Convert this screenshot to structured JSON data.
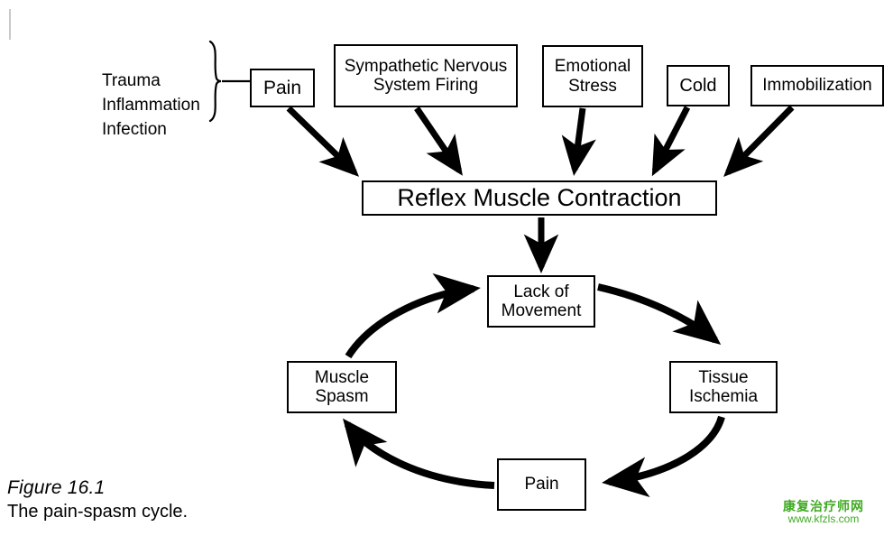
{
  "figure": {
    "number": "Figure 16.1",
    "caption": "The pain-spasm cycle.",
    "stroke_color": "#000000",
    "background_color": "#ffffff"
  },
  "watermark": {
    "chinese": "康复治疗师网",
    "url": "www.kfzls.com",
    "color": "#3faa22"
  },
  "triggers": {
    "items_text": "Trauma\nInflammation\nInfection",
    "items": [
      "Trauma",
      "Inflammation",
      "Infection"
    ],
    "brace_target": "Pain"
  },
  "nodes": {
    "pain_top": "Pain",
    "sympathetic": "Sympathetic Nervous\nSystem Firing",
    "emotional": "Emotional\nStress",
    "cold": "Cold",
    "immobilization": "Immobilization",
    "reflex": "Reflex Muscle Contraction",
    "lack_of_movement": "Lack of\nMovement",
    "muscle_spasm": "Muscle\nSpasm",
    "tissue_ischemia": "Tissue\nIschemia",
    "pain_bottom": "Pain"
  },
  "chart_data": {
    "type": "diagram",
    "title": "The pain-spasm cycle",
    "diagram_kind": "flowchart-with-feedback-loop",
    "inputs_group": {
      "label_lines": [
        "Trauma",
        "Inflammation",
        "Infection"
      ],
      "grouped_by": "curly-brace",
      "feeds_into": "Pain"
    },
    "upstream_nodes": [
      "Pain",
      "Sympathetic Nervous System Firing",
      "Emotional Stress",
      "Cold",
      "Immobilization"
    ],
    "hub_node": "Reflex Muscle Contraction",
    "cycle_nodes": [
      "Lack of Movement",
      "Tissue Ischemia",
      "Pain",
      "Muscle Spasm"
    ],
    "edges": [
      {
        "from": "Trauma / Inflammation / Infection",
        "to": "Pain",
        "style": "brace"
      },
      {
        "from": "Pain",
        "to": "Reflex Muscle Contraction",
        "style": "straight-arrow"
      },
      {
        "from": "Sympathetic Nervous System Firing",
        "to": "Reflex Muscle Contraction",
        "style": "straight-arrow"
      },
      {
        "from": "Emotional Stress",
        "to": "Reflex Muscle Contraction",
        "style": "straight-arrow"
      },
      {
        "from": "Cold",
        "to": "Reflex Muscle Contraction",
        "style": "straight-arrow"
      },
      {
        "from": "Immobilization",
        "to": "Reflex Muscle Contraction",
        "style": "straight-arrow"
      },
      {
        "from": "Reflex Muscle Contraction",
        "to": "Lack of Movement",
        "style": "straight-arrow"
      },
      {
        "from": "Lack of Movement",
        "to": "Tissue Ischemia",
        "style": "curved-arrow"
      },
      {
        "from": "Tissue Ischemia",
        "to": "Pain",
        "style": "curved-arrow"
      },
      {
        "from": "Pain",
        "to": "Muscle Spasm",
        "style": "curved-arrow"
      },
      {
        "from": "Muscle Spasm",
        "to": "Lack of Movement",
        "style": "curved-arrow"
      }
    ]
  }
}
